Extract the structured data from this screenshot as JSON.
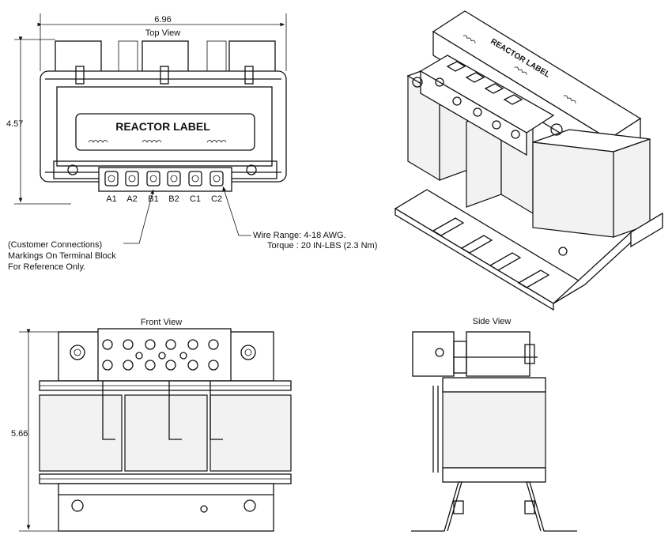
{
  "views": {
    "top": "Top View",
    "front": "Front View",
    "side": "Side View"
  },
  "dimensions": {
    "width": "6.96",
    "depth": "4.57",
    "height": "5.66"
  },
  "reactor_label": "REACTOR LABEL",
  "terminals": [
    "A1",
    "A2",
    "B1",
    "B2",
    "C1",
    "C2"
  ],
  "notes": {
    "connections": [
      "(Customer Connections)",
      "Markings On Terminal Block",
      "For Reference Only."
    ],
    "wire_range": "Wire Range: 4-18 AWG.",
    "torque": "Torque : 20 IN-LBS (2.3 Nm)"
  }
}
